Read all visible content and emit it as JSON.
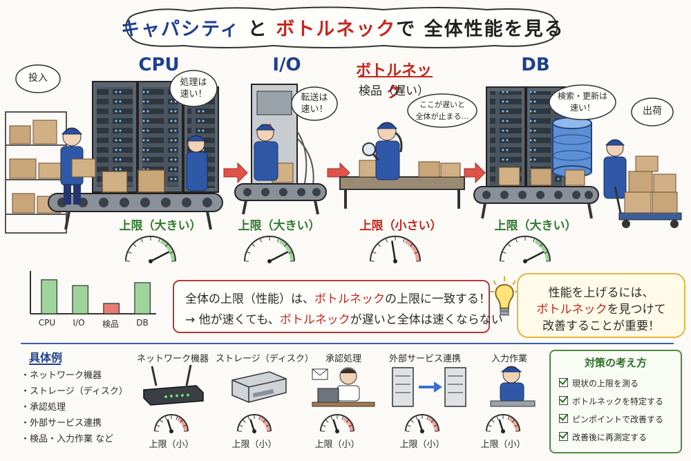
{
  "title": {
    "part1": "キャパシティ",
    "part2": " と ",
    "part3": "ボトルネック",
    "part4": "で 全体性能を見る"
  },
  "stages": [
    {
      "name": "CPU",
      "bubble_lines": [
        "処理は",
        "速い！"
      ],
      "limit": "上限（大きい）",
      "gauge_level": 0.85
    },
    {
      "name": "I/O",
      "bubble_lines": [
        "転送は",
        "速い！"
      ],
      "limit": "上限（大きい）",
      "gauge_level": 0.85
    },
    {
      "name": "ボトルネック",
      "subtitle": "検品（遅い）",
      "bubble_lines": [
        "ここが遅いと",
        "全体が止まる…"
      ],
      "limit": "上限（小さい）",
      "gauge_level": 0.45
    },
    {
      "name": "DB",
      "bubble_lines": [
        "検索・更新は",
        "速い！"
      ],
      "limit": "上限（大きい）",
      "gauge_level": 0.85
    }
  ],
  "side_bubbles": {
    "input": "投入",
    "output": "出荷"
  },
  "bar_chart": {
    "categories": [
      "CPU",
      "I/O",
      "検品",
      "DB"
    ],
    "values": [
      0.82,
      0.68,
      0.25,
      0.75
    ],
    "colors": [
      "#9fd49a",
      "#9fd49a",
      "#e57c72",
      "#9fd49a"
    ]
  },
  "summary": {
    "line1_a": "全体の上限（性能）は、",
    "line1_b": "ボトルネック",
    "line1_c": "の上限に一致する！",
    "line2_a": "→ 他が速くても、",
    "line2_b": "ボトルネック",
    "line2_c": "が遅いと全体は速くならない"
  },
  "tip": {
    "line1": "性能を上げるには、",
    "line2_a": "ボトルネック",
    "line2_b": "を見つけて",
    "line3": "改善することが重要！"
  },
  "examples": {
    "title": "具体例",
    "items": [
      "・ネットワーク機器",
      "・ストレージ（ディスク）",
      "・承認処理",
      "・外部サービス連携",
      "・検品・入力作業 など"
    ]
  },
  "example_icons": [
    {
      "label": "ネットワーク機器",
      "limit": "上限（小）"
    },
    {
      "label": "ストレージ（ディスク）",
      "limit": "上限（小）"
    },
    {
      "label": "承認処理",
      "limit": "上限（小）"
    },
    {
      "label": "外部サービス連携",
      "limit": "上限（小）"
    },
    {
      "label": "入力作業",
      "limit": "上限（小）"
    }
  ],
  "measures": {
    "title": "対策の考え方",
    "items": [
      "現状の上限を測る",
      "ボトルネックを特定する",
      "ピンポイントで改善する",
      "改善後に再測定する"
    ]
  },
  "colors": {
    "blue": "#1f3f8f",
    "red": "#c8241c",
    "green": "#2f7a2f"
  }
}
